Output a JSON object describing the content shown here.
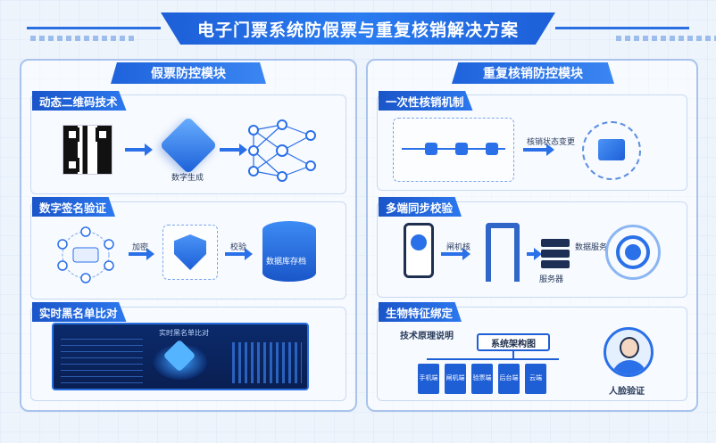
{
  "title": "电子门票系统防假票与重复核销解决方案",
  "left_panel": {
    "title": "假票防控模块",
    "sections": [
      {
        "tag": "动态二维码技术",
        "labels": [
          "数字生成"
        ]
      },
      {
        "tag": "数字签名验证",
        "labels": [
          "加密",
          "校验",
          "数据库存档"
        ]
      },
      {
        "tag": "实时黑名单比对",
        "labels": [
          "实时黑名单比对"
        ]
      }
    ]
  },
  "right_panel": {
    "title": "重复核销防控模块",
    "sections": [
      {
        "tag": "一次性核销机制",
        "labels": [
          "核销状态变更"
        ]
      },
      {
        "tag": "多端同步校验",
        "labels": [
          "闸机核",
          "数据服务",
          "服务器"
        ]
      },
      {
        "tag": "生物特征绑定",
        "labels": [
          "技术原理说明",
          "系统架构图",
          "人脸验证"
        ],
        "leaves": [
          "手机端",
          "闸机端",
          "验票端",
          "后台端",
          "云端"
        ]
      }
    ]
  },
  "colors": {
    "accent": "#2a70e8",
    "dark": "#1a55c9"
  }
}
